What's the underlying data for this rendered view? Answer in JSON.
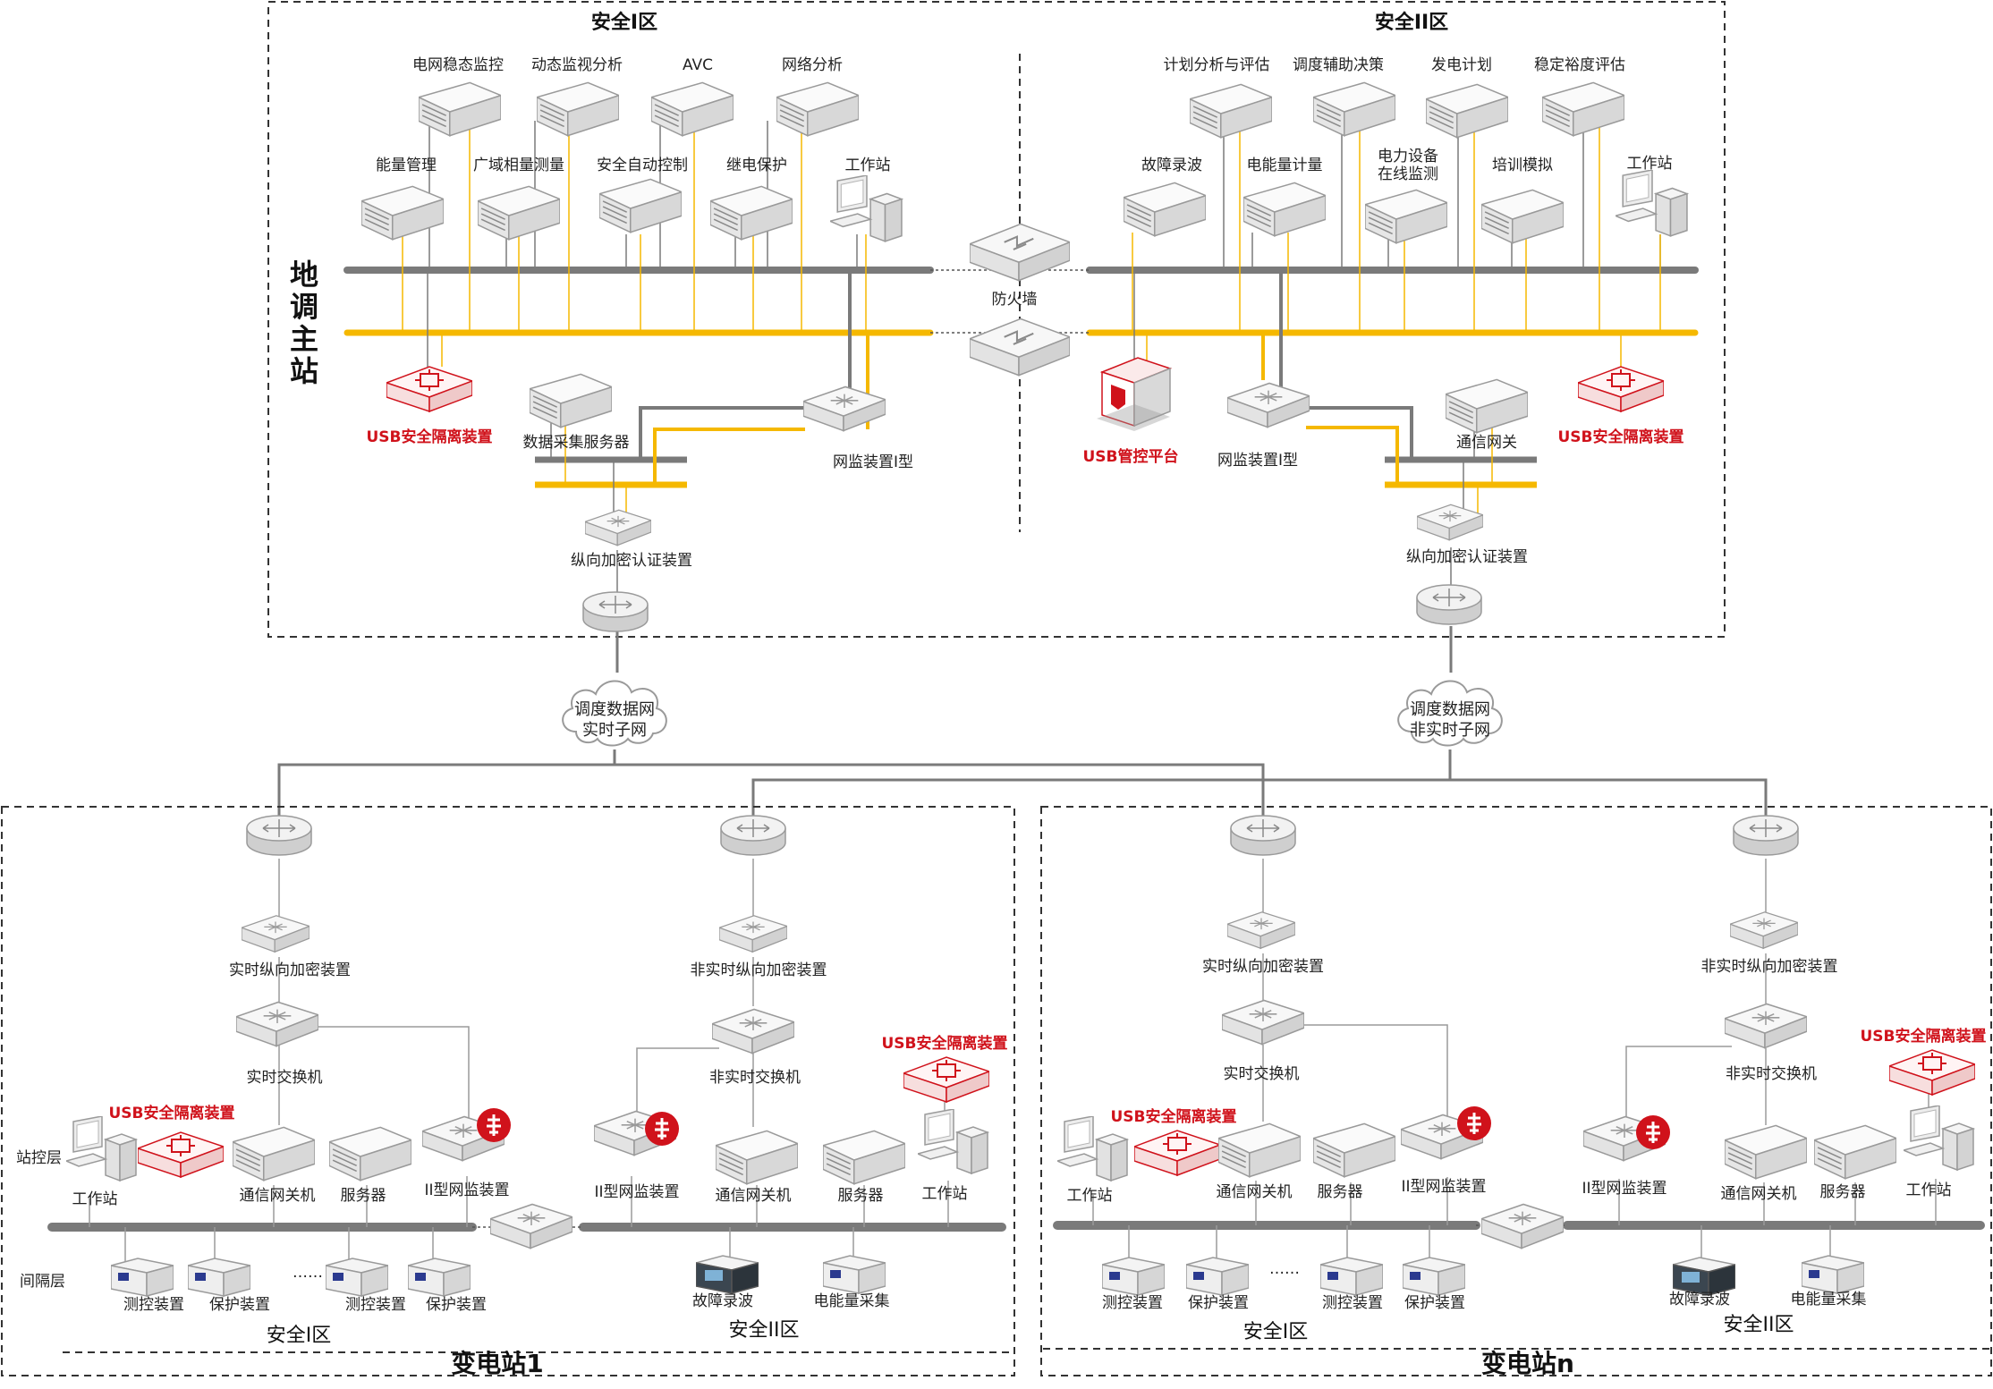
{
  "colors": {
    "gray_bus": "#7a7a7a",
    "yellow_bus": "#f5b800",
    "red_accent": "#d0121b",
    "device_body": "#f2f2f2",
    "device_edge": "#9a9a9a"
  },
  "main_station": {
    "title": "地调主站",
    "zone1_title": "安全I区",
    "zone2_title": "安全II区",
    "zone1_top_servers": [
      "电网稳态监控",
      "动态监视分析",
      "AVC",
      "网络分析"
    ],
    "zone1_mid_servers": [
      "能量管理",
      "广域相量测量",
      "安全自动控制",
      "继电保护"
    ],
    "zone1_workstation": "工作站",
    "zone1_usb": "USB安全隔离装置",
    "zone1_data_server": "数据采集服务器",
    "zone1_monitor": "网监装置I型",
    "zone1_crypto": "纵向加密认证装置",
    "firewall": "防火墙",
    "zone2_top_servers": [
      "计划分析与评估",
      "调度辅助决策",
      "发电计划",
      "稳定裕度评估"
    ],
    "zone2_mid_servers": [
      "故障录波",
      "电能量计量",
      "电力设备\n在线监测",
      "培训模拟"
    ],
    "zone2_workstation": "工作站",
    "zone2_usb_platform": "USB管控平台",
    "zone2_monitor": "网监装置I型",
    "zone2_gateway": "通信网关",
    "zone2_usb": "USB安全隔离装置",
    "zone2_crypto": "纵向加密认证装置"
  },
  "networks": {
    "realtime": "调度数据网\n实时子网",
    "nonrealtime": "调度数据网\n非实时子网"
  },
  "substation1": {
    "title": "变电站1",
    "rt_crypto": "实时纵向加密装置",
    "rt_switch": "实时交换机",
    "nrt_crypto": "非实时纵向加密装置",
    "nrt_switch": "非实时交换机",
    "usb_left": "USB安全隔离装置",
    "usb_right": "USB安全隔离装置",
    "station_layer": "站控层",
    "bay_layer": "间隔层",
    "workstation_left": "工作站",
    "gateway_left": "通信网关机",
    "server_left": "服务器",
    "monitor_left": "II型网监装置",
    "monitor_right": "II型网监装置",
    "gateway_right": "通信网关机",
    "server_right": "服务器",
    "workstation_right": "工作站",
    "bay_devices_left": [
      "测控装置",
      "保护装置",
      "测控装置",
      "保护装置"
    ],
    "ellipsis": "……",
    "bay_devices_right": [
      "故障录波",
      "电能量采集"
    ],
    "zone1": "安全I区",
    "zone2": "安全II区"
  },
  "substationN": {
    "title": "变电站n",
    "rt_crypto": "实时纵向加密装置",
    "rt_switch": "实时交换机",
    "nrt_crypto": "非实时纵向加密装置",
    "nrt_switch": "非实时交换机",
    "usb_left": "USB安全隔离装置",
    "usb_right": "USB安全隔离装置",
    "workstation_left": "工作站",
    "gateway_left": "通信网关机",
    "server_left": "服务器",
    "monitor_left": "II型网监装置",
    "monitor_right": "II型网监装置",
    "gateway_right": "通信网关机",
    "server_right": "服务器",
    "workstation_right": "工作站",
    "bay_devices_left": [
      "测控装置",
      "保护装置",
      "测控装置",
      "保护装置"
    ],
    "ellipsis": "……",
    "bay_devices_right": [
      "故障录波",
      "电能量采集"
    ],
    "zone1": "安全I区",
    "zone2": "安全II区"
  }
}
